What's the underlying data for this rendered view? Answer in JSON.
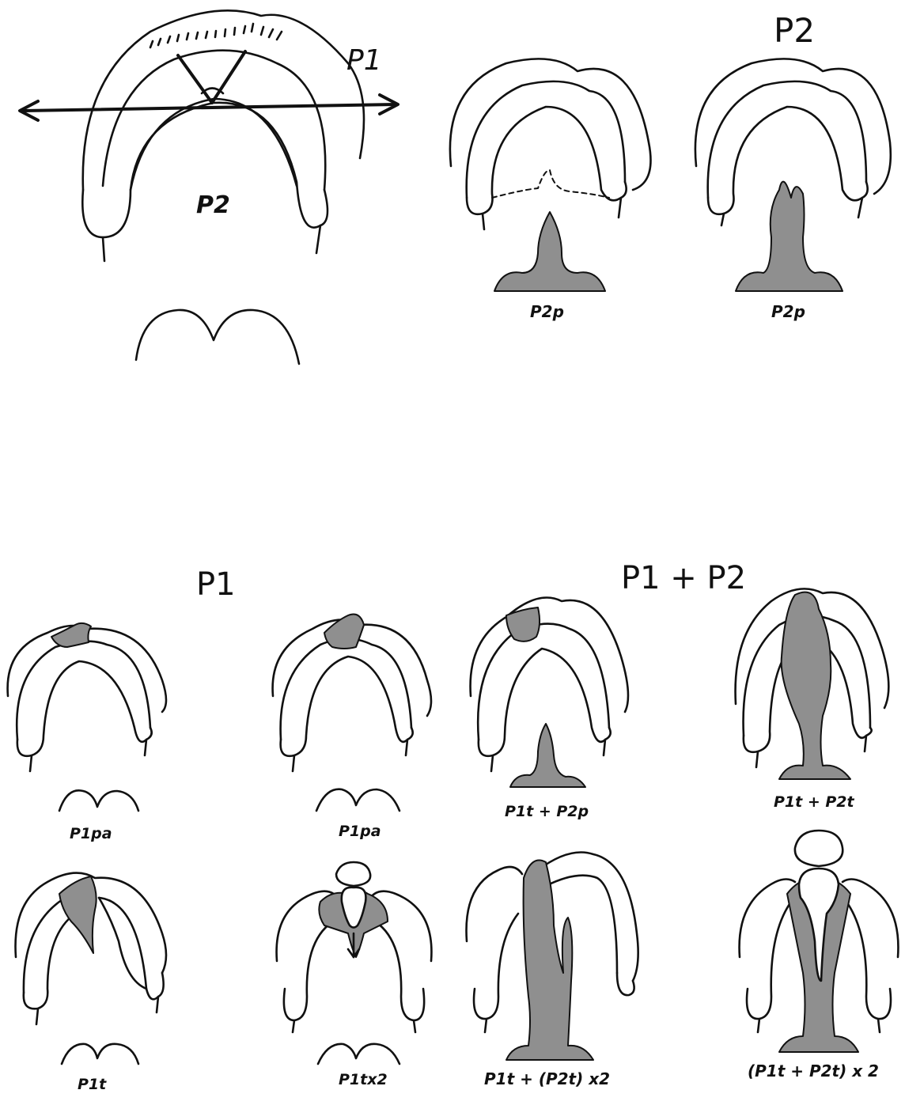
{
  "labels": {
    "top_p1": "P1",
    "top_p2": "P2",
    "center_p2": "P2",
    "p2p_a": "P2p",
    "p2p_b": "P2p",
    "section_p1": "P1",
    "section_p1p2": "P1 + P2",
    "p1pa_a": "P1pa",
    "p1pa_b": "P1pa",
    "p1t": "P1t",
    "p1tx2": "P1tx2",
    "p1t_p2p": "P1t + P2p",
    "p1t_p2t": "P1t + P2t",
    "p1t_p2t_x2": "P1t + (P2t) x2",
    "p1t_p2t_x2_b": "(P1t + P2t) x 2"
  }
}
